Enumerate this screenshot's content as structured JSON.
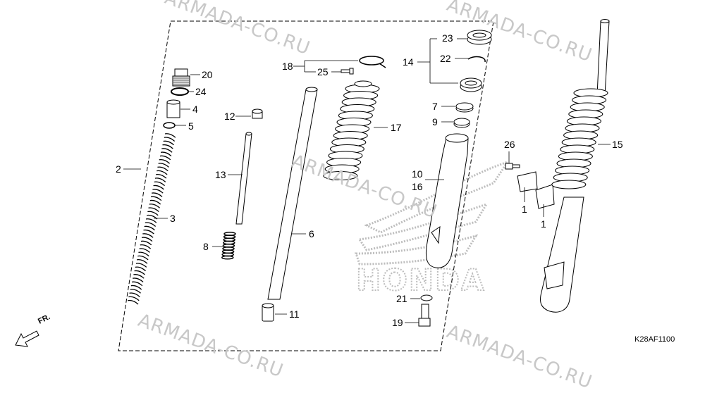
{
  "watermark": "ARMADA-CO.RU",
  "front_label": "FR.",
  "diagram_code": "K28AF1100",
  "parts": [
    {
      "id": "p1a",
      "label": "1"
    },
    {
      "id": "p1b",
      "label": "1"
    },
    {
      "id": "p2",
      "label": "2"
    },
    {
      "id": "p3",
      "label": "3"
    },
    {
      "id": "p4",
      "label": "4"
    },
    {
      "id": "p5",
      "label": "5"
    },
    {
      "id": "p6",
      "label": "6"
    },
    {
      "id": "p7",
      "label": "7"
    },
    {
      "id": "p8",
      "label": "8"
    },
    {
      "id": "p9",
      "label": "9"
    },
    {
      "id": "p10",
      "label": "10"
    },
    {
      "id": "p11",
      "label": "11"
    },
    {
      "id": "p12",
      "label": "12"
    },
    {
      "id": "p13",
      "label": "13"
    },
    {
      "id": "p14",
      "label": "14"
    },
    {
      "id": "p15",
      "label": "15"
    },
    {
      "id": "p16",
      "label": "16"
    },
    {
      "id": "p17",
      "label": "17"
    },
    {
      "id": "p18",
      "label": "18"
    },
    {
      "id": "p19",
      "label": "19"
    },
    {
      "id": "p20",
      "label": "20"
    },
    {
      "id": "p21",
      "label": "21"
    },
    {
      "id": "p22",
      "label": "22"
    },
    {
      "id": "p23",
      "label": "23"
    },
    {
      "id": "p24",
      "label": "24"
    },
    {
      "id": "p25",
      "label": "25"
    },
    {
      "id": "p26",
      "label": "26"
    }
  ],
  "honda_mark": "HONDA"
}
